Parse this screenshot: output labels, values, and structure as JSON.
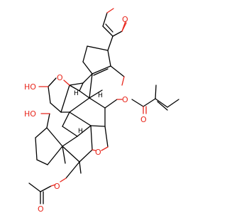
{
  "diagram": {
    "type": "chemical-structure",
    "atom_labels": {
      "o_furan": "O",
      "o_oxepane_ring": "O",
      "o_hydroxyl_top": "HO",
      "o_ester_link": "O",
      "o_ester_carbonyl": "O",
      "o_thf_ring": "O",
      "o_hydroxyl_lower": "HO",
      "o_acetate_link": "O",
      "o_acetate_carbonyl": "O",
      "h_ring_fusion_1": "H",
      "h_ring_fusion_2": "H",
      "h_ring_fusion_3": "H"
    }
  },
  "colors": {
    "bond": "#000000",
    "oxygen": "#e8261c",
    "background": "#ffffff"
  }
}
